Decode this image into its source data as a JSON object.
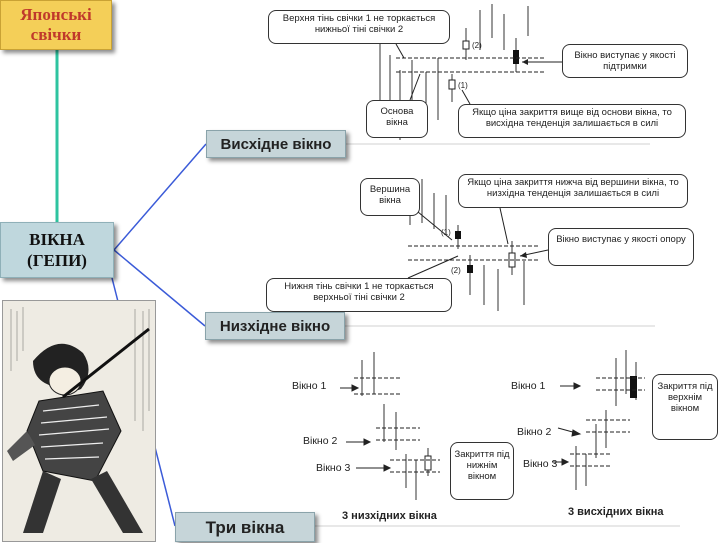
{
  "title": "Японські свічки",
  "main_topic": "ВІКНА (ГЕПИ)",
  "sections": {
    "rising": "Висхідне вікно",
    "falling": "Низхідне вікно",
    "three": "Три вікна"
  },
  "rising_window": {
    "note_top": "Верхня тінь свічки 1 не торкається нижньої тіні свічки 2",
    "note_support": "Вікно виступає у якості підтримки",
    "note_base": "Основа вікна",
    "note_trend": "Якщо ціна закриття вище від основи вікна, то висхідна тенденція залишається в силі",
    "marker_1": "(1)",
    "marker_2": "(2)"
  },
  "falling_window": {
    "note_top_label": "Вершина вікна",
    "note_trend": "Якщо ціна закриття нижча від вершини вікна, то низхідна тенденція залишається в силі",
    "note_resistance": "Вікно виступає у якості опору",
    "note_bottom": "Нижня тінь свічки 1 не торкається верхньої тіні свічки 2",
    "marker_1": "(1)",
    "marker_2": "(2)"
  },
  "three_windows": {
    "falling_labels": [
      "Вікно 1",
      "Вікно 2",
      "Вікно 3"
    ],
    "rising_labels": [
      "Вікно 1",
      "Вікно 2",
      "Вікно 3"
    ],
    "note_falling_close": "Закриття під нижнім вікном",
    "note_rising_close": "Закриття під верхнім вікном",
    "caption_falling": "3 низхідних вікна",
    "caption_rising": "3 висхідних вікна"
  },
  "colors": {
    "title_bg": "#f4cf58",
    "title_text": "#c0392b",
    "main_bg": "#bfd7dd",
    "section_bg": "#c6d5d9",
    "connector_green": "#2ec4a0",
    "connector_blue": "#3b5bd8"
  }
}
